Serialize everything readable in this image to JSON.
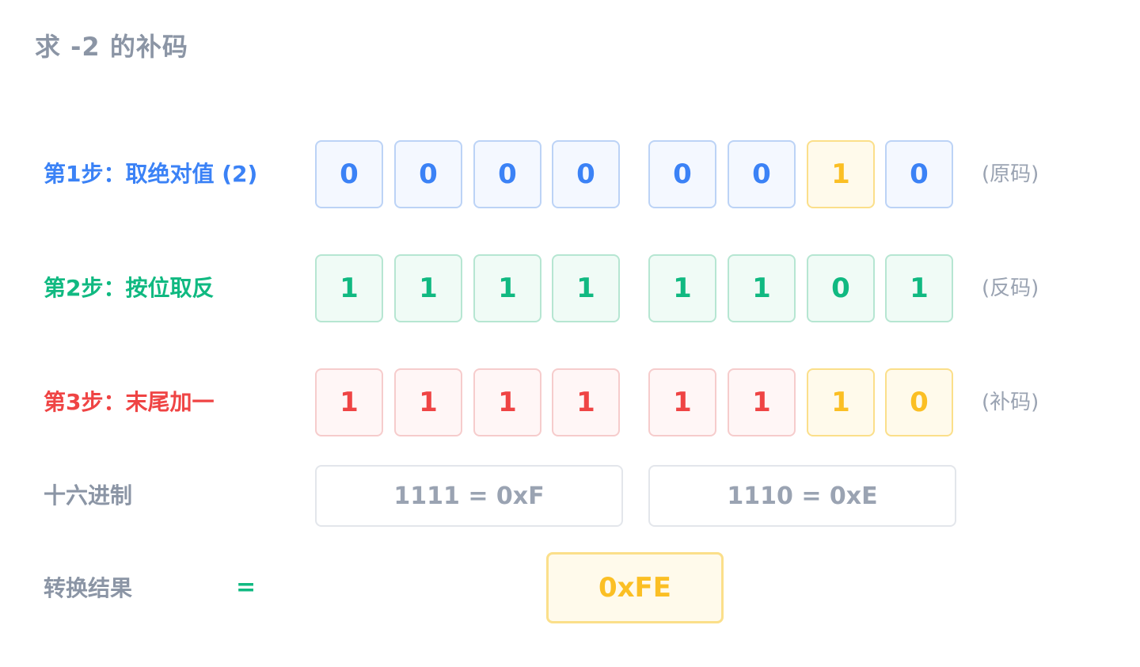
{
  "title": "求 -2 的补码",
  "steps": [
    {
      "label": "第1步：取绝对值 (2)",
      "color": "#3b82f6",
      "bits": [
        "0",
        "0",
        "0",
        "0",
        "0",
        "0",
        "1",
        "0"
      ],
      "styles": [
        "blue",
        "blue",
        "blue",
        "blue",
        "blue",
        "blue",
        "yellow",
        "blue"
      ],
      "note": "(原码)"
    },
    {
      "label": "第2步：按位取反",
      "color": "#10b981",
      "bits": [
        "1",
        "1",
        "1",
        "1",
        "1",
        "1",
        "0",
        "1"
      ],
      "styles": [
        "green",
        "green",
        "green",
        "green",
        "green",
        "green",
        "green",
        "green"
      ],
      "note": "(反码)"
    },
    {
      "label": "第3步：末尾加一",
      "color": "#ef4444",
      "bits": [
        "1",
        "1",
        "1",
        "1",
        "1",
        "1",
        "1",
        "0"
      ],
      "styles": [
        "red",
        "red",
        "red",
        "red",
        "red",
        "red",
        "yellow",
        "yellow"
      ],
      "note": "(补码)"
    }
  ],
  "hex": {
    "label": "十六进制",
    "high": "1111 = 0xF",
    "low": "1110 = 0xE"
  },
  "result": {
    "label": "转换结果",
    "equals": "=",
    "value": "0xFE"
  }
}
